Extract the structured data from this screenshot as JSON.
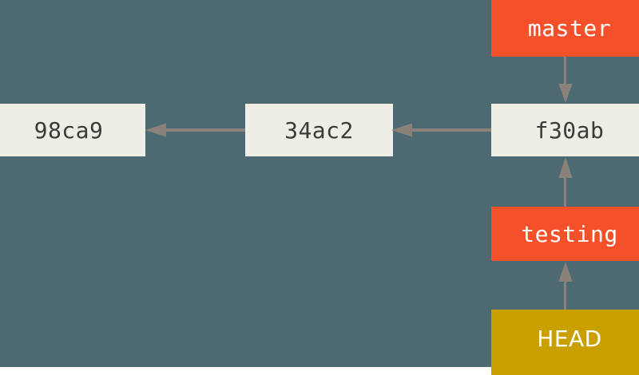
{
  "diagram": {
    "title": "git-branch-pointer-diagram",
    "background_color": "#4d6a72",
    "arrow_color": "#8a8278",
    "commit_box_color": "#efeee6",
    "commit_text_color": "#3b3b38",
    "branch_box_color": "#f4502a",
    "branch_text_color": "#ffffff",
    "head_box_color": "#c9a000",
    "head_text_color": "#ffffff"
  },
  "commits": [
    {
      "id": "commit-98ca9",
      "label": "98ca9"
    },
    {
      "id": "commit-34ac2",
      "label": "34ac2"
    },
    {
      "id": "commit-f30ab",
      "label": "f30ab"
    }
  ],
  "branches": [
    {
      "id": "branch-master",
      "label": "master"
    },
    {
      "id": "branch-testing",
      "label": "testing"
    }
  ],
  "head": {
    "id": "head-pointer",
    "label": "HEAD"
  },
  "edges": [
    {
      "id": "edge-master-to-f30ab",
      "from": "master",
      "to": "f30ab",
      "direction": "down"
    },
    {
      "id": "edge-34ac2-to-98ca9",
      "from": "34ac2",
      "to": "98ca9",
      "direction": "left"
    },
    {
      "id": "edge-f30ab-to-34ac2",
      "from": "f30ab",
      "to": "34ac2",
      "direction": "left"
    },
    {
      "id": "edge-testing-to-f30ab",
      "from": "testing",
      "to": "f30ab",
      "direction": "up"
    },
    {
      "id": "edge-head-to-testing",
      "from": "HEAD",
      "to": "testing",
      "direction": "up"
    }
  ]
}
